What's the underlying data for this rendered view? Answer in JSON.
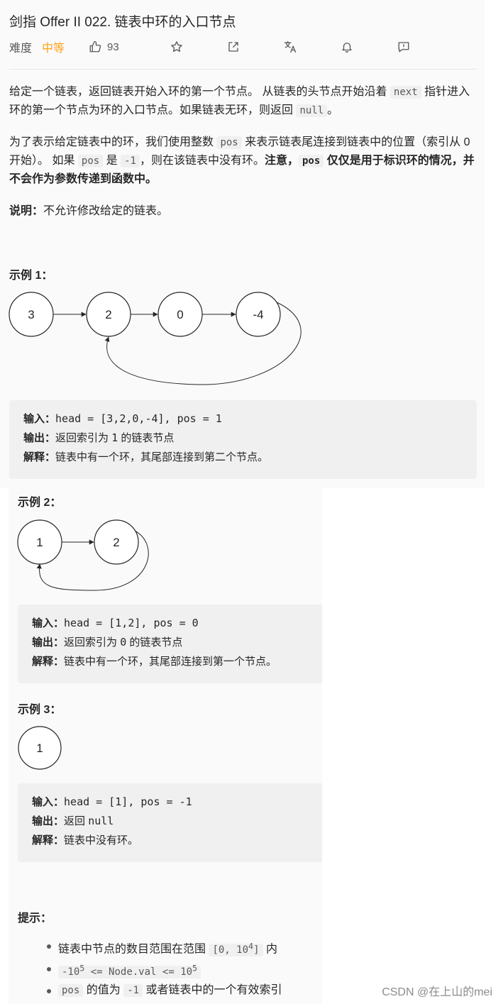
{
  "title": "剑指 Offer II 022. 链表中环的入口节点",
  "meta": {
    "difficulty_label": "难度",
    "difficulty_value": "中等",
    "likes": "93",
    "icons": [
      "thumb-up-icon",
      "star-icon",
      "share-icon",
      "translate-icon",
      "bell-icon",
      "feedback-icon"
    ],
    "accent_color": "#ffa116"
  },
  "desc": {
    "p1_a": "给定一个链表，返回链表开始入环的第一个节点。 从链表的头节点开始沿着 ",
    "p1_code1": "next",
    "p1_b": " 指针进入环的第一个节点为环的入口节点。如果链表无环，则返回 ",
    "p1_code2": "null",
    "p1_c": "。",
    "p2_a": "为了表示给定链表中的环，我们使用整数 ",
    "p2_code1": "pos",
    "p2_b": " 来表示链表尾连接到链表中的位置（索引从 0 开始）。 如果 ",
    "p2_code2": "pos",
    "p2_c": " 是 ",
    "p2_code3": "-1",
    "p2_d": "，则在该链表中没有环。",
    "p2_bold1": "注意，",
    "p2_code4": "pos",
    "p2_bold2": " 仅仅是用于标识环的情况，并不会作为参数传递到函数中。",
    "p3_bold": "说明：",
    "p3_text": "不允许修改给定的链表。"
  },
  "examples": [
    {
      "title": "示例 1：",
      "nodes": [
        "3",
        "2",
        "0",
        "-4"
      ],
      "input_label": "输入：",
      "input": "head = [3,2,0,-4], pos = 1",
      "output_label": "输出：",
      "output_a": "返回索引为 ",
      "output_code": "1",
      "output_b": " 的链表节点",
      "explain_label": "解释：",
      "explain": "链表中有一个环，其尾部连接到第二个节点。"
    },
    {
      "title": "示例 2：",
      "nodes": [
        "1",
        "2"
      ],
      "input_label": "输入：",
      "input": "head = [1,2], pos = 0",
      "output_label": "输出：",
      "output_a": "返回索引为 ",
      "output_code": "0",
      "output_b": " 的链表节点",
      "explain_label": "解释：",
      "explain": "链表中有一个环，其尾部连接到第一个节点。"
    },
    {
      "title": "示例 3：",
      "nodes": [
        "1"
      ],
      "input_label": "输入：",
      "input": "head = [1], pos = -1",
      "output_label": "输出：",
      "output_a": "返回 ",
      "output_code": "null",
      "output_b": "",
      "explain_label": "解释：",
      "explain": "链表中没有环。"
    }
  ],
  "tips": {
    "title": "提示：",
    "t1_a": "链表中节点的数目范围在范围 ",
    "t1_code": "[0, 10",
    "t1_sup": "4",
    "t1_code_end": "]",
    "t1_b": " 内",
    "t2_a": "-10",
    "t2_sup1": "5",
    "t2_b": " <= Node.val <= 10",
    "t2_sup2": "5",
    "t3_code": "pos",
    "t3_a": " 的值为 ",
    "t3_code2": "-1",
    "t3_b": " 或者链表中的一个有效索引"
  },
  "watermark": "CSDN @在上山的mei"
}
